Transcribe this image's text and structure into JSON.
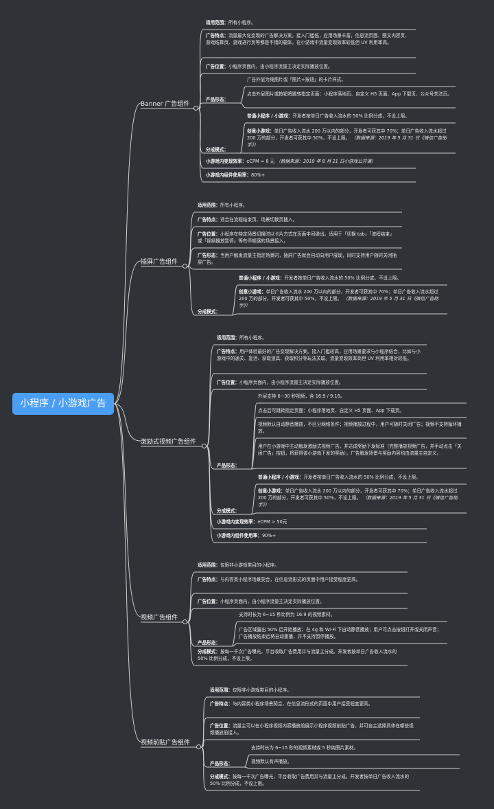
{
  "root": "小程序 / 小游戏广告",
  "branches": [
    {
      "label": "Banner 广告组件",
      "items": [
        {
          "k": "适用范围：",
          "v": "所有小程序。"
        },
        {
          "k": "广告特点：",
          "v": "流量最大化变现的广告解决方案。接入门槛低，应用场景丰富，信息流页面、图文内容页、游戏结算页、游戏进行页等都是不错的载体。在小游戏中流量变现效率较低但 UV 利用率高。"
        },
        {
          "k": "广告位置：",
          "v": "小程序页面内，由小程序流量主决定实际播放位置。"
        },
        {
          "k": "产品形态：",
          "subs": [
            "广告外层为纯图片或「图片+按钮」的卡片样式。",
            "点击外层图片或按钮将跳转指定页面：小程序落地页、自定义 H5 页面、App 下载页、公众号关注页。"
          ]
        },
        {
          "k": "分成模式：",
          "subs": [
            {
              "k": "普通小程序 / 小游戏：",
              "v": "开发者按单日广告收入流水的 50% 比例分成，不设上限。"
            },
            {
              "k": "创意小游戏：",
              "v": "单日广告收入流水 200 万以内的部分，开发者可获其中 70%；单日广告收入流水超过 200 万的部分，开发者可获其中 50%，不设上限。",
              "note": "（数据来源：2019 年 5 月 31 日《微信广告助手》）"
            }
          ]
        },
        {
          "k": "小游戏内变现效率：",
          "v": "eCPM ≈ 8 元",
          "note": "（数据来源：2019 年 8 月 21 日小游戏公开课）"
        },
        {
          "k": "小游戏内组件使用率：",
          "v": "80%+"
        }
      ]
    },
    {
      "label": "插屏广告组件",
      "items": [
        {
          "k": "适用范围：",
          "v": "所有小程序。"
        },
        {
          "k": "广告特点：",
          "v": "适合在流程结束页、场景切换页插入。"
        },
        {
          "k": "广告位置：",
          "v": "小程序在特定场景切换时以卡片方式在页面中间弹出。适用于「切换 tab」「流程结束」或「视频播放暂停」等有停顿感的场景接入。"
        },
        {
          "k": "广告形态：",
          "v": "当用户触发流量主指定场景时，插屏广告就会自动向用户展现，同时支持用户随时关闭插屏广告。"
        },
        {
          "k": "分成模式：",
          "subs": [
            {
              "k": "普通小程序 / 小游戏：",
              "v": "开发者按单日广告收入流水的 50% 比例分成，不设上限。"
            },
            {
              "k": "创意小游戏：",
              "v": "单日广告收入流水 200 万以内的部分，开发者可获其中 70%；单日广告收入流水超过 200 万的部分，开发者可获其中 50%，不设上限。",
              "note": "（数据来源：2019 年 5 月 31 日《微信广告助手》）"
            }
          ]
        }
      ]
    },
    {
      "label": "激励式视频广告组件",
      "items": [
        {
          "k": "适用范围：",
          "v": "所有小程序。"
        },
        {
          "k": "广告特点：",
          "v": "用户体验最好的广告变现解决方案。接入门槛较高，应用场景要求与小程序结合，比如与小游戏中的通关、复活、获取道具、获取积分等玩法关联。流量变现效率高但 UV 利用率相对较低。"
        },
        {
          "k": "广告位置：",
          "v": "小程序页面内，由小程序流量主决定实际播放位置。"
        },
        {
          "k": "产品形态：",
          "subs": [
            "外层支持 6~30 秒视频，含 16:9 / 9:16。",
            "点击后可跳转指定页面：小程序落地页、自定义 H5 页面、App 下载页。",
            "视频默认自动静音播放，不区分网络条件；视频播放过程中，用户可随时关闭广告；视频不支持循环播放。",
            "用户在小游戏中主动触发激励式视频广告，并达成奖励下发标准（完整播放视频广告，并手动点击「关闭广告」按钮，将获得该小游戏下发的奖励）。广告触发场景与奖励内容均由流量主自定义。"
          ]
        },
        {
          "k": "分成模式：",
          "subs": [
            {
              "k": "普通小程序 / 小游戏：",
              "v": "开发者按单日广告收入流水的 50% 比例分成，不设上限。"
            },
            {
              "k": "创意小游戏：",
              "v": "单日广告收入流水 200 万以内的部分，开发者可获其中 70%；单日广告收入流水超过 200 万的部分，开发者可获其中 50%，不设上限。",
              "note": "（数据来源：2019 年 5 月 31 日《微信广告助手》）"
            }
          ]
        },
        {
          "k": "小游戏内变现效率：",
          "v": "eCPM > 50元"
        },
        {
          "k": "小游戏内组件使用率：",
          "v": "90%+"
        }
      ]
    },
    {
      "label": "视频广告组件",
      "items": [
        {
          "k": "适用范围：",
          "v": "仅限非小游戏类目的小程序。"
        },
        {
          "k": "广告特点：",
          "v": "与内容类小程序场景契合，在信息流形式的页面中用户接受程度更高。"
        },
        {
          "k": "广告位置：",
          "v": "小程序页面内，由小程序流量主决定实际播放位置。"
        },
        {
          "k": "产品形态：",
          "subs": [
            "支持时长为 6~15 秒比例为 16:9 的视频素材。",
            "广告区域露出 50% 后开始播放；在 4g 和 Wi-Fi 下自动静音播放；用户可点击按钮打开或关闭声音；广告播放结束后将自动重播，并不支持暂停播放。"
          ]
        },
        {
          "k": "分成模式：",
          "v": "按每一千次广告曝光，平台收取广告费用并与流量主分成。开发者按单日广告收入流水的 50% 比例分成，不设上限。"
        }
      ]
    },
    {
      "label": "视频前贴广告组件",
      "items": [
        {
          "k": "适用范围：",
          "v": "仅限非小游戏类目的小程序。"
        },
        {
          "k": "广告特点：",
          "v": "与内容类小程序场景契合，在信息流形式的页面中用户接受程度更高。"
        },
        {
          "k": "广告位置：",
          "v": "流量主可以在小程序视频内容播放前展示小程序视频前贴广告，并可自主选择具体在哪些视频播放前接入。"
        },
        {
          "k": "产品形态：",
          "subs": [
            "支持时长为 6~15 秒的视频素材或 5 秒纯图片素材。",
            "视频默认有声播放。"
          ]
        },
        {
          "k": "分成模式：",
          "v": "按每一千次广告曝光，平台收取广告费用并与流量主分成。开发者按单日广告收入流水的 50% 比例分成，不设上限。"
        }
      ]
    }
  ]
}
